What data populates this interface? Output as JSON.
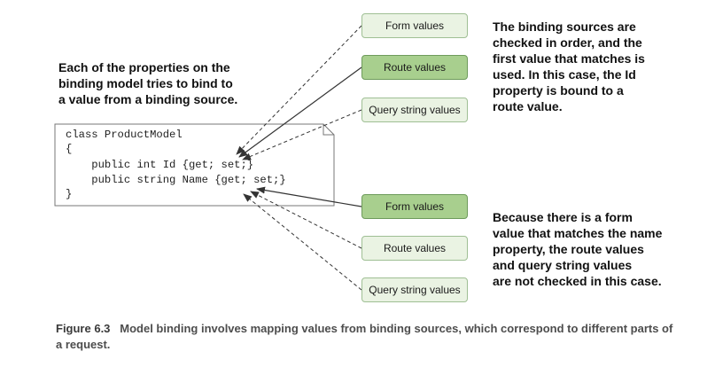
{
  "notes": {
    "left": "Each of the properties on the\nbinding model tries to bind to\na value from a binding source.",
    "top_right": "The binding sources are\nchecked in order, and the\nfirst value that matches is\nused. In this case, the Id\nproperty is bound to a\nroute value.",
    "bottom_right": "Because there is a form\nvalue that matches the name\nproperty, the route values\nand query string values\nare not checked in this case."
  },
  "code": {
    "lines": [
      "class ProductModel",
      "{",
      "    public int Id {get; set;}",
      "    public string Name {get; set;}",
      "}"
    ]
  },
  "sources": {
    "top": [
      {
        "label": "Form values",
        "matched": false
      },
      {
        "label": "Route values",
        "matched": true
      },
      {
        "label": "Query string values",
        "matched": false
      }
    ],
    "bottom": [
      {
        "label": "Form values",
        "matched": true
      },
      {
        "label": "Route values",
        "matched": false
      },
      {
        "label": "Query string values",
        "matched": false
      }
    ]
  },
  "caption": {
    "label": "Figure 6.3",
    "text": "Model binding involves mapping values from binding sources, which correspond to different parts of a request."
  },
  "colors": {
    "source_fill": "#eaf3e3",
    "source_matched_fill": "#a8cf8e",
    "source_border": "#9fbf94",
    "arrow": "#333333"
  }
}
